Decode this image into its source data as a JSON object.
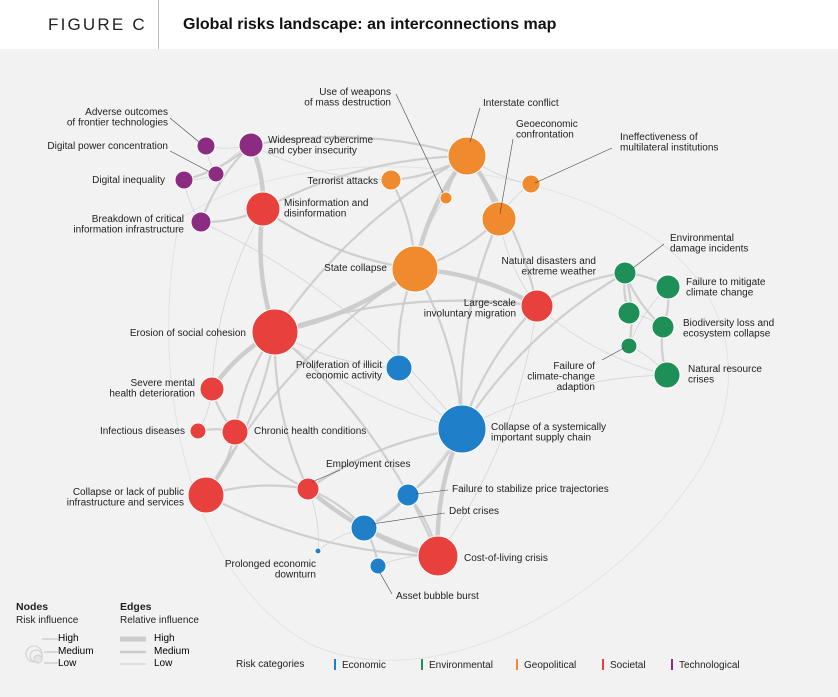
{
  "header": {
    "figure_label": "FIGURE C",
    "title": "Global risks landscape: an interconnections map"
  },
  "colors": {
    "Economic": "#1f7fc9",
    "Environmental": "#1e8f57",
    "Geopolitical": "#ef8a2e",
    "Societal": "#e8403c",
    "Technological": "#8b2c82",
    "edge": "#c9c9c9"
  },
  "nodes": [
    {
      "id": "adverse",
      "label": [
        "Adverse outcomes",
        "of frontier technologies"
      ],
      "cat": "Technological",
      "size": "low"
    },
    {
      "id": "digpower",
      "label": [
        "Digital power concentration"
      ],
      "cat": "Technological",
      "size": "low"
    },
    {
      "id": "diginequal",
      "label": [
        "Digital inequality"
      ],
      "cat": "Technological",
      "size": "low"
    },
    {
      "id": "cyber",
      "label": [
        "Widespread cybercrime",
        "and cyber insecurity"
      ],
      "cat": "Technological",
      "size": "medium"
    },
    {
      "id": "infra",
      "label": [
        "Breakdown of critical",
        "information infrastructure"
      ],
      "cat": "Technological",
      "size": "low"
    },
    {
      "id": "misinfo",
      "label": [
        "Misinformation and",
        "disinformation"
      ],
      "cat": "Societal",
      "size": "high"
    },
    {
      "id": "terror",
      "label": [
        "Terrorist attacks"
      ],
      "cat": "Geopolitical",
      "size": "low"
    },
    {
      "id": "weapons",
      "label": [
        "Use of weapons",
        "of mass destruction"
      ],
      "cat": "Geopolitical",
      "size": "low"
    },
    {
      "id": "interstate",
      "label": [
        "Interstate conflict"
      ],
      "cat": "Geopolitical",
      "size": "high"
    },
    {
      "id": "geoeco",
      "label": [
        "Geoeconomic",
        "confrontation"
      ],
      "cat": "Geopolitical",
      "size": "high"
    },
    {
      "id": "multilateral",
      "label": [
        "Ineffectiveness of",
        "multilateral institutions"
      ],
      "cat": "Geopolitical",
      "size": "low"
    },
    {
      "id": "statecollapse",
      "label": [
        "State collapse"
      ],
      "cat": "Geopolitical",
      "size": "high"
    },
    {
      "id": "erosion",
      "label": [
        "Erosion of social cohesion"
      ],
      "cat": "Societal",
      "size": "high"
    },
    {
      "id": "migration",
      "label": [
        "Large-scale",
        "involuntary migration"
      ],
      "cat": "Societal",
      "size": "high"
    },
    {
      "id": "illicit",
      "label": [
        "Proliferation of illicit",
        "economic activity"
      ],
      "cat": "Economic",
      "size": "medium"
    },
    {
      "id": "mental",
      "label": [
        "Severe mental",
        "health deterioration"
      ],
      "cat": "Societal",
      "size": "medium"
    },
    {
      "id": "infectious",
      "label": [
        "Infectious diseases"
      ],
      "cat": "Societal",
      "size": "low"
    },
    {
      "id": "chronic",
      "label": [
        "Chronic health conditions"
      ],
      "cat": "Societal",
      "size": "medium"
    },
    {
      "id": "supply",
      "label": [
        "Collapse of a systemically",
        "important supply chain"
      ],
      "cat": "Economic",
      "size": "high"
    },
    {
      "id": "employment",
      "label": [
        "Employment crises"
      ],
      "cat": "Societal",
      "size": "medium"
    },
    {
      "id": "publicinfra",
      "label": [
        "Collapse or lack of public",
        "infrastructure and services"
      ],
      "cat": "Societal",
      "size": "high"
    },
    {
      "id": "price",
      "label": [
        "Failure to stabilize price trajectories"
      ],
      "cat": "Economic",
      "size": "medium"
    },
    {
      "id": "debt",
      "label": [
        "Debt crises"
      ],
      "cat": "Economic",
      "size": "medium"
    },
    {
      "id": "costliving",
      "label": [
        "Cost-of-living crisis"
      ],
      "cat": "Societal",
      "size": "high"
    },
    {
      "id": "downturn",
      "label": [
        "Prolonged economic",
        "downturn"
      ],
      "cat": "Economic",
      "size": "low"
    },
    {
      "id": "bubble",
      "label": [
        "Asset bubble burst"
      ],
      "cat": "Economic",
      "size": "low"
    },
    {
      "id": "natdis",
      "label": [
        "Natural disasters and",
        "extreme weather"
      ],
      "cat": "Environmental",
      "size": "medium"
    },
    {
      "id": "envdamage",
      "label": [
        "Environmental",
        "damage incidents"
      ],
      "cat": "Environmental",
      "size": "medium"
    },
    {
      "id": "mitigate",
      "label": [
        "Failure to mitigate",
        "climate change"
      ],
      "cat": "Environmental",
      "size": "medium"
    },
    {
      "id": "biodiv",
      "label": [
        "Biodiversity loss and",
        "ecosystem collapse"
      ],
      "cat": "Environmental",
      "size": "medium"
    },
    {
      "id": "adapt",
      "label": [
        "Failure of",
        "climate-change",
        "adaption"
      ],
      "cat": "Environmental",
      "size": "low"
    },
    {
      "id": "natres",
      "label": [
        "Natural resource",
        "crises"
      ],
      "cat": "Environmental",
      "size": "medium"
    }
  ],
  "edges": [
    [
      "erosion",
      "statecollapse",
      "high"
    ],
    [
      "erosion",
      "misinfo",
      "high"
    ],
    [
      "erosion",
      "mental",
      "high"
    ],
    [
      "erosion",
      "publicinfra",
      "medium"
    ],
    [
      "erosion",
      "chronic",
      "medium"
    ],
    [
      "erosion",
      "migration",
      "medium"
    ],
    [
      "erosion",
      "employment",
      "medium"
    ],
    [
      "erosion",
      "costliving",
      "medium"
    ],
    [
      "erosion",
      "supply",
      "low"
    ],
    [
      "erosion",
      "interstate",
      "medium"
    ],
    [
      "misinfo",
      "cyber",
      "high"
    ],
    [
      "misinfo",
      "interstate",
      "medium"
    ],
    [
      "misinfo",
      "statecollapse",
      "medium"
    ],
    [
      "misinfo",
      "infra",
      "medium"
    ],
    [
      "cyber",
      "infra",
      "medium"
    ],
    [
      "cyber",
      "interstate",
      "medium"
    ],
    [
      "cyber",
      "terror",
      "low"
    ],
    [
      "cyber",
      "diginequal",
      "medium"
    ],
    [
      "cyber",
      "digpower",
      "low"
    ],
    [
      "cyber",
      "adverse",
      "low"
    ],
    [
      "adverse",
      "digpower",
      "low"
    ],
    [
      "digpower",
      "diginequal",
      "low"
    ],
    [
      "diginequal",
      "infra",
      "low"
    ],
    [
      "interstate",
      "geoeco",
      "high"
    ],
    [
      "interstate",
      "statecollapse",
      "high"
    ],
    [
      "interstate",
      "terror",
      "medium"
    ],
    [
      "interstate",
      "weapons",
      "medium"
    ],
    [
      "interstate",
      "migration",
      "medium"
    ],
    [
      "interstate",
      "multilateral",
      "low"
    ],
    [
      "geoeco",
      "statecollapse",
      "medium"
    ],
    [
      "geoeco",
      "supply",
      "medium"
    ],
    [
      "geoeco",
      "multilateral",
      "low"
    ],
    [
      "geoeco",
      "migration",
      "low"
    ],
    [
      "terror",
      "statecollapse",
      "medium"
    ],
    [
      "weapons",
      "statecollapse",
      "low"
    ],
    [
      "statecollapse",
      "migration",
      "high"
    ],
    [
      "statecollapse",
      "illicit",
      "medium"
    ],
    [
      "statecollapse",
      "supply",
      "medium"
    ],
    [
      "statecollapse",
      "publicinfra",
      "medium"
    ],
    [
      "migration",
      "natdis",
      "medium"
    ],
    [
      "migration",
      "supply",
      "medium"
    ],
    [
      "migration",
      "costliving",
      "low"
    ],
    [
      "natdis",
      "envdamage",
      "medium"
    ],
    [
      "natdis",
      "mitigate",
      "medium"
    ],
    [
      "natdis",
      "biodiv",
      "medium"
    ],
    [
      "natdis",
      "adapt",
      "medium"
    ],
    [
      "natdis",
      "supply",
      "medium"
    ],
    [
      "mitigate",
      "biodiv",
      "medium"
    ],
    [
      "mitigate",
      "adapt",
      "low"
    ],
    [
      "envdamage",
      "biodiv",
      "low"
    ],
    [
      "biodiv",
      "natres",
      "medium"
    ],
    [
      "adapt",
      "natres",
      "low"
    ],
    [
      "natres",
      "supply",
      "low"
    ],
    [
      "natres",
      "migration",
      "low"
    ],
    [
      "supply",
      "costliving",
      "high"
    ],
    [
      "supply",
      "price",
      "medium"
    ],
    [
      "supply",
      "employment",
      "medium"
    ],
    [
      "supply",
      "debt",
      "low"
    ],
    [
      "mental",
      "chronic",
      "medium"
    ],
    [
      "mental",
      "infectious",
      "low"
    ],
    [
      "chronic",
      "infectious",
      "medium"
    ],
    [
      "chronic",
      "publicinfra",
      "medium"
    ],
    [
      "chronic",
      "employment",
      "medium"
    ],
    [
      "publicinfra",
      "employment",
      "medium"
    ],
    [
      "publicinfra",
      "costliving",
      "medium"
    ],
    [
      "employment",
      "debt",
      "medium"
    ],
    [
      "employment",
      "costliving",
      "high"
    ],
    [
      "employment",
      "downturn",
      "low"
    ],
    [
      "debt",
      "costliving",
      "medium"
    ],
    [
      "debt",
      "bubble",
      "medium"
    ],
    [
      "debt",
      "price",
      "medium"
    ],
    [
      "price",
      "costliving",
      "medium"
    ],
    [
      "costliving",
      "bubble",
      "low"
    ],
    [
      "downturn",
      "debt",
      "low"
    ],
    [
      "illicit",
      "supply",
      "low"
    ],
    [
      "illicit",
      "erosion",
      "low"
    ],
    [
      "misinfo",
      "mental",
      "low"
    ],
    [
      "infra",
      "supply",
      "low"
    ]
  ],
  "legend": {
    "nodes_title": "Nodes",
    "nodes_subtitle": "Risk influence",
    "edges_title": "Edges",
    "edges_subtitle": "Relative influence",
    "levels": [
      "High",
      "Medium",
      "Low"
    ],
    "categories_title": "Risk categories",
    "categories": [
      "Economic",
      "Environmental",
      "Geopolitical",
      "Societal",
      "Technological"
    ]
  }
}
